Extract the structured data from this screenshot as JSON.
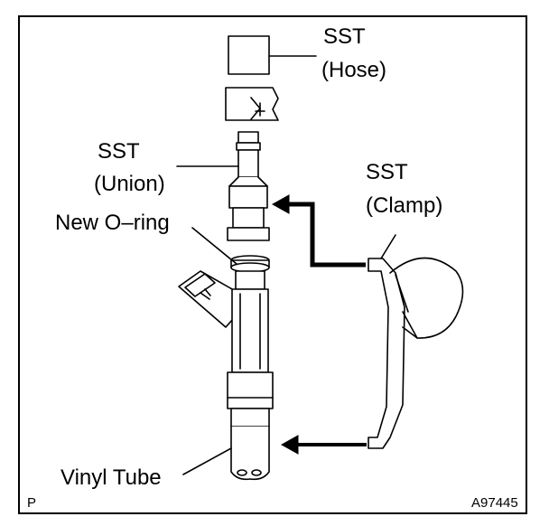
{
  "labels": {
    "hose_line1": "SST",
    "hose_line2": "(Hose)",
    "union_line1": "SST",
    "union_line2": "(Union)",
    "clamp_line1": "SST",
    "clamp_line2": "(Clamp)",
    "oring": "New O–ring",
    "vinyl": "Vinyl Tube",
    "corner_p": "P",
    "figure_code": "A97445"
  },
  "colors": {
    "stroke": "#000000",
    "background": "#ffffff"
  }
}
